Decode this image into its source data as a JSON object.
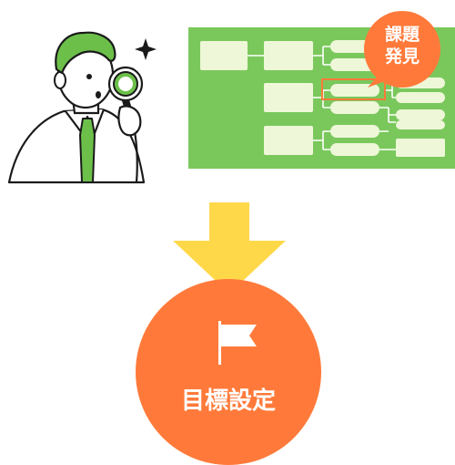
{
  "issue_badge": {
    "label_line1": "課題",
    "label_line2": "発見"
  },
  "goal": {
    "label": "目標設定"
  },
  "colors": {
    "panel_green": "#7ac85c",
    "box_fill": "#eef7d8",
    "highlight": "#ff7a3a",
    "arrow_yellow": "#ffd84a",
    "tie_green": "#6cc04a"
  }
}
